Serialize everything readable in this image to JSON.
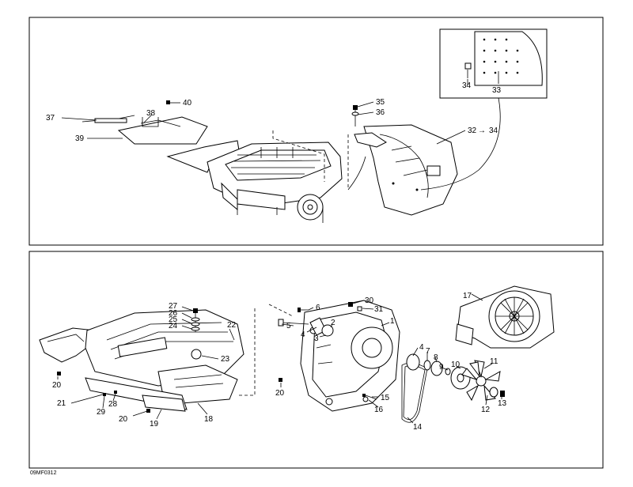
{
  "drawing_code": "09MF0312",
  "top_panel_labels": [
    {
      "id": "c37",
      "text": "37"
    },
    {
      "id": "c38",
      "text": "38"
    },
    {
      "id": "c39",
      "text": "39"
    },
    {
      "id": "c40",
      "text": "40"
    },
    {
      "id": "c35",
      "text": "35"
    },
    {
      "id": "c36",
      "text": "36"
    },
    {
      "id": "c32",
      "text": "32"
    },
    {
      "id": "c34a",
      "text": "34"
    },
    {
      "id": "c34b",
      "text": "34"
    },
    {
      "id": "c33",
      "text": "33"
    }
  ],
  "bottom_panel_labels": [
    {
      "id": "b27",
      "text": "27"
    },
    {
      "id": "b26",
      "text": "26"
    },
    {
      "id": "b25",
      "text": "25"
    },
    {
      "id": "b24",
      "text": "24"
    },
    {
      "id": "b22",
      "text": "22"
    },
    {
      "id": "b23",
      "text": "23"
    },
    {
      "id": "b20a",
      "text": "20"
    },
    {
      "id": "b20b",
      "text": "20"
    },
    {
      "id": "b20c",
      "text": "20"
    },
    {
      "id": "b21",
      "text": "21"
    },
    {
      "id": "b28",
      "text": "28"
    },
    {
      "id": "b29",
      "text": "29"
    },
    {
      "id": "b19",
      "text": "19"
    },
    {
      "id": "b18",
      "text": "18"
    },
    {
      "id": "b6",
      "text": "6"
    },
    {
      "id": "b5",
      "text": "5"
    },
    {
      "id": "b4a",
      "text": "4"
    },
    {
      "id": "b3",
      "text": "3"
    },
    {
      "id": "b2",
      "text": "2"
    },
    {
      "id": "b30",
      "text": "30"
    },
    {
      "id": "b31",
      "text": "31"
    },
    {
      "id": "b1",
      "text": "1"
    },
    {
      "id": "b4b",
      "text": "4"
    },
    {
      "id": "b7",
      "text": "7"
    },
    {
      "id": "b8",
      "text": "8"
    },
    {
      "id": "b9",
      "text": "9"
    },
    {
      "id": "b10",
      "text": "10"
    },
    {
      "id": "b11",
      "text": "11"
    },
    {
      "id": "b12",
      "text": "12"
    },
    {
      "id": "b13",
      "text": "13"
    },
    {
      "id": "b14",
      "text": "14"
    },
    {
      "id": "b15",
      "text": "15"
    },
    {
      "id": "b16",
      "text": "16"
    },
    {
      "id": "b17",
      "text": "17"
    }
  ]
}
